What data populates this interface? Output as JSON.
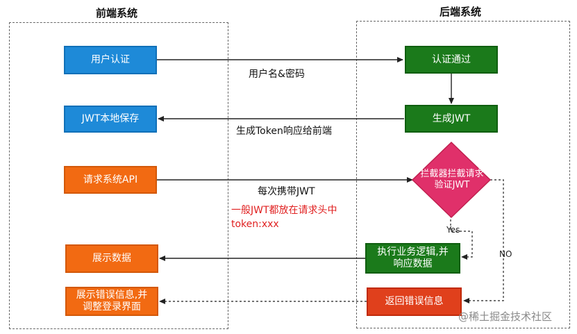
{
  "frontend": {
    "title": "前端系统",
    "user_auth": "用户认证",
    "jwt_save": "JWT本地保存",
    "request_api": "请求系统API",
    "show_data": "展示数据",
    "show_error_line1": "展示错误信息,并",
    "show_error_line2": "调整登录界面"
  },
  "backend": {
    "title": "后端系统",
    "auth_pass": "认证通过",
    "gen_jwt": "生成JWT",
    "interceptor_line1": "拦截器拦截请求",
    "interceptor_line2": "验证JWT",
    "exec_line1": "执行业务逻辑,并",
    "exec_line2": "响应数据",
    "return_error": "返回错误信息"
  },
  "edges": {
    "username_password": "用户名&密码",
    "token_response": "生成Token响应给前端",
    "carry_jwt": "每次携带JWT",
    "note_line1": "一般JWT都放在请求头中",
    "note_line2": "token:xxx",
    "yes": "Yes",
    "no": "NO"
  },
  "watermark": "@稀土掘金技术社区",
  "colors": {
    "blue": "#1e8ad8",
    "orange": "#f26a12",
    "green": "#1b7a1b",
    "red": "#e0401c",
    "diamond": "#e0306a",
    "note": "#e02020"
  }
}
